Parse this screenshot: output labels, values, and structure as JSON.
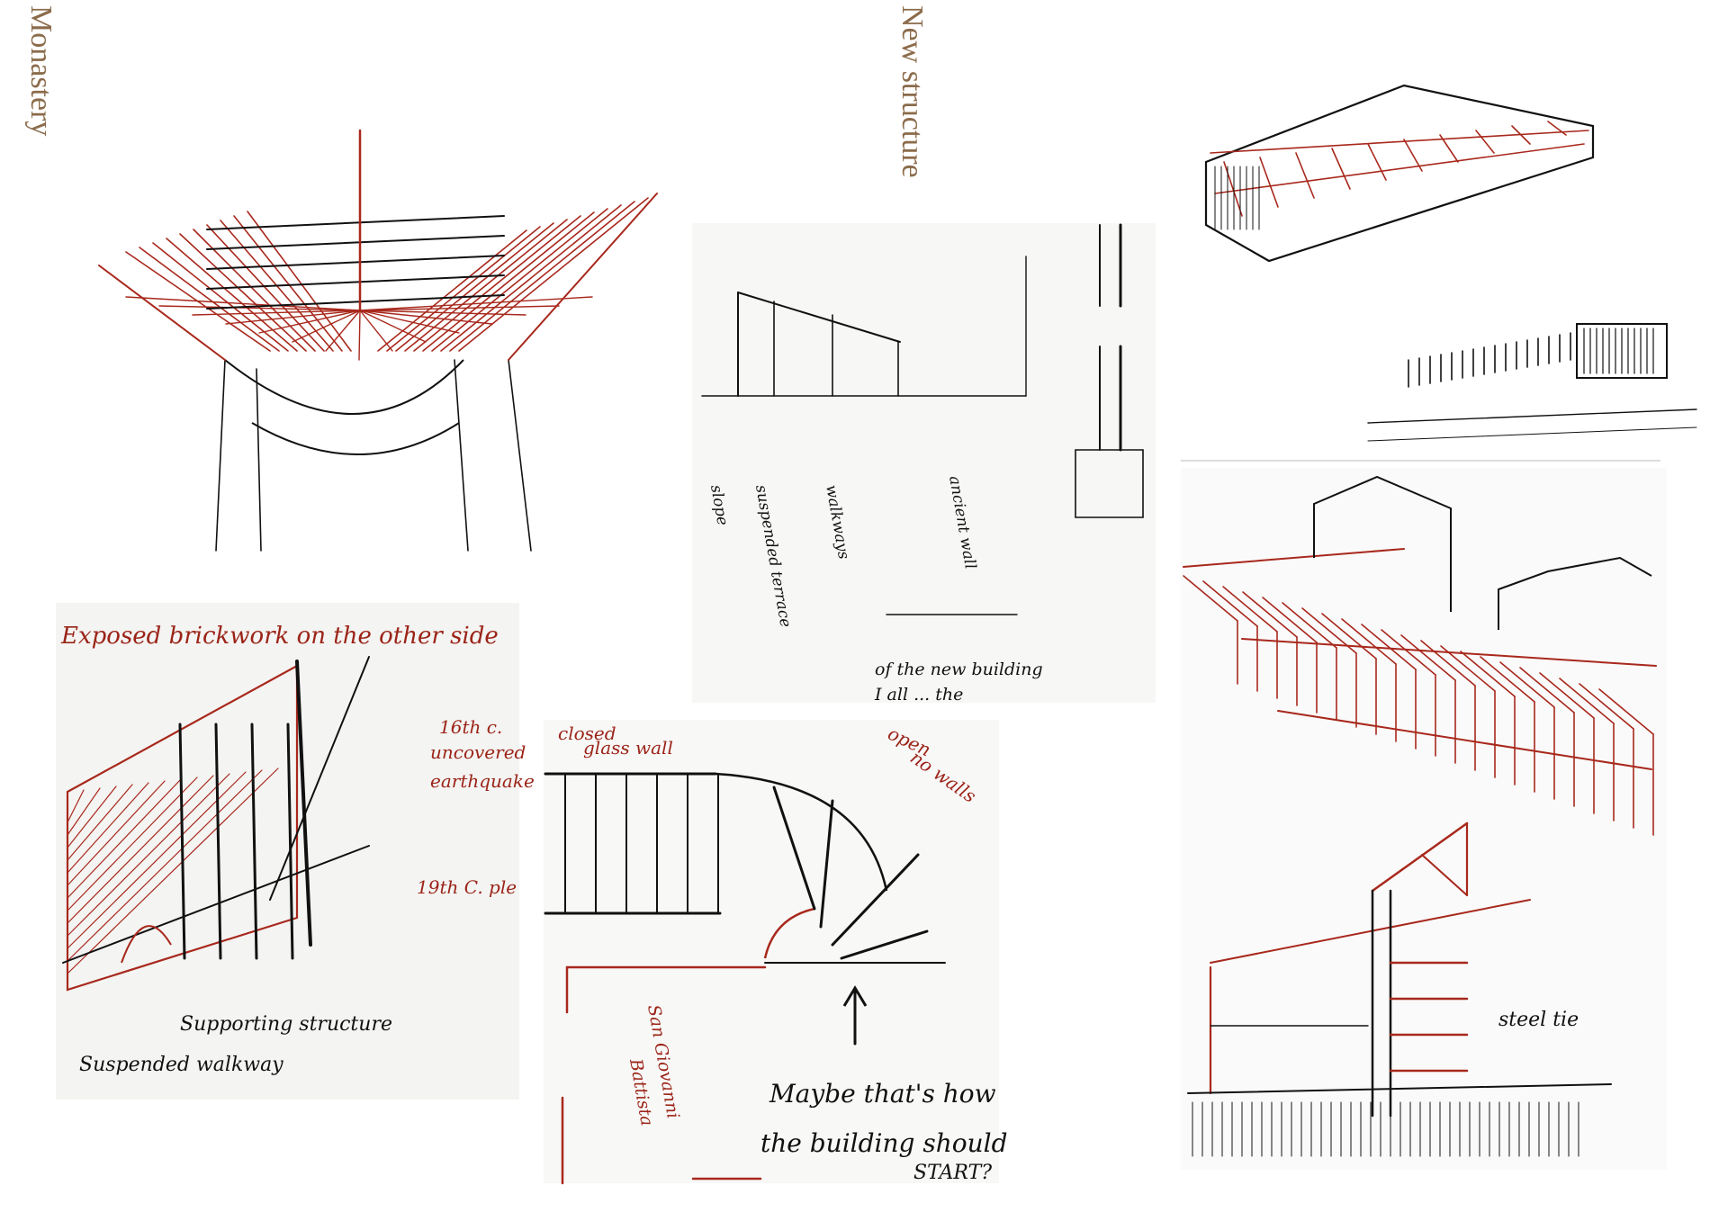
{
  "titles": {
    "left": "Monastery",
    "middle": "New structure"
  },
  "colors": {
    "ink": "#111111",
    "red": "#a8281c",
    "title": "#8b6b4a",
    "paper": "#f7f7f5"
  },
  "annotations": {
    "brick_header": "Exposed brickwork on the other side",
    "brick_16th": "16th c.",
    "brick_uncovered": "uncovered",
    "brick_earthquake": "earthquake",
    "brick_19th": "19th C. ple",
    "brick_supporting": "Supporting structure",
    "brick_walkway": "Suspended walkway",
    "section_slope": "slope",
    "section_terrace": "suspended terrace",
    "section_walkways": "walkways",
    "section_ancient_wall": "ancient wall",
    "section_new_building": "of the new building",
    "section_line2": "I all ... the",
    "plan_closed": "closed",
    "plan_glass_wall": "glass wall",
    "plan_open": "open",
    "plan_no_walls": "no walls",
    "plan_san_giovanni": "San Giovanni",
    "plan_battista": "Battista",
    "plan_maybe": "Maybe that's how",
    "plan_building": "the building should",
    "plan_start": "START?",
    "right_steel_tie": "steel tie"
  }
}
